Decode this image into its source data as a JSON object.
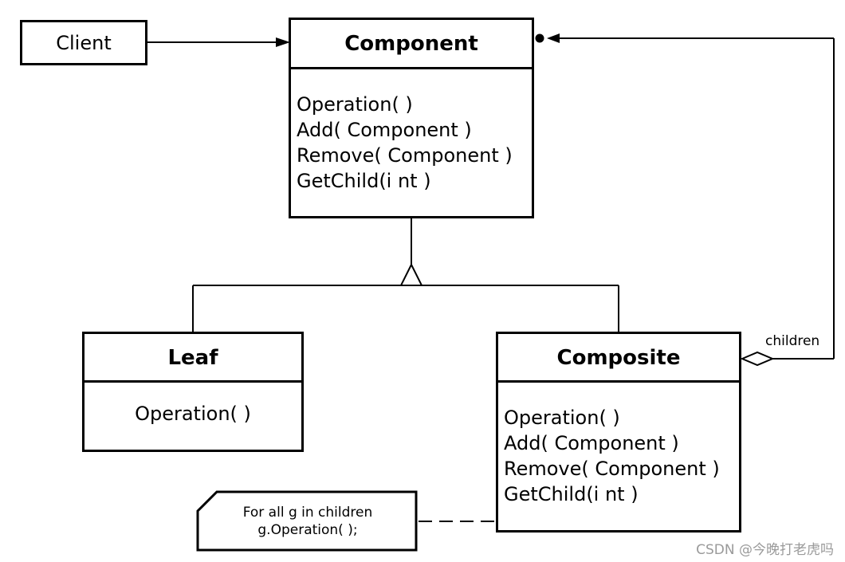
{
  "client": {
    "name": "Client"
  },
  "component": {
    "name": "Component",
    "operations": [
      "Operation( )",
      "Add( Component )",
      "Remove( Component )",
      "GetChild(i nt )"
    ]
  },
  "leaf": {
    "name": "Leaf",
    "operations": [
      "Operation( )"
    ]
  },
  "composite": {
    "name": "Composite",
    "operations": [
      "Operation( )",
      "Add( Component )",
      "Remove( Component )",
      "GetChild(i nt )"
    ]
  },
  "aggregation": {
    "label": "children"
  },
  "note": {
    "lines": [
      "For all g in children",
      "g.Operation( );"
    ]
  },
  "watermark": {
    "text": "CSDN @今晚打老虎吗"
  }
}
